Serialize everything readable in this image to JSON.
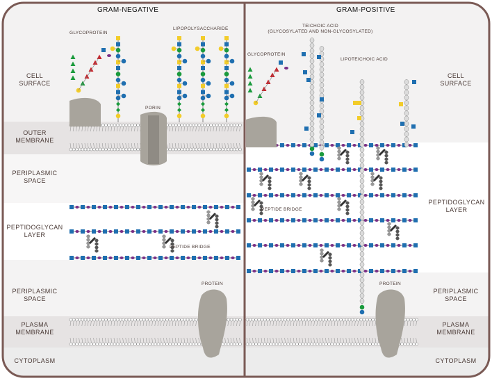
{
  "titles": {
    "left": "GRAM-NEGATIVE",
    "right": "GRAM-POSITIVE"
  },
  "regions_left": {
    "cell_surface": "CELL\nSURFACE",
    "outer_membrane": "OUTER\nMEMBRANE",
    "periplasmic_space_1": "PERIPLASMIC\nSPACE",
    "peptidoglycan_layer": "PEPTIDOGLYCAN\nLAYER",
    "periplasmic_space_2": "PERIPLASMIC\nSPACE",
    "plasma_membrane": "PLASMA\nMEMBRANE",
    "cytoplasm": "CYTOPLASM"
  },
  "regions_right": {
    "cell_surface": "CELL\nSURFACE",
    "peptidoglycan_layer": "PEPTIDOGLYCAN\nLAYER",
    "periplasmic_space": "PERIPLASMIC\nSPACE",
    "plasma_membrane": "PLASMA\nMEMBRANE",
    "cytoplasm": "CYTOPLASM"
  },
  "annotations_left": {
    "glycoprotein": "GLYCOPROTEIN",
    "lipopolysaccharide": "LIPOPOLYSACCHARIDE",
    "porin": "PORIN",
    "peptide_bridge": "PEPTIDE BRIDGE",
    "protein": "PROTEIN"
  },
  "annotations_right": {
    "glycoprotein": "GLYCOPROTEIN",
    "teichoic_acid": "TEICHOIC ACID\n(GLYCOSYLATED AND NON-GLYCOSYLATED)",
    "lipoteichoic_acid": "LIPOTEICHOIC ACID",
    "peptide_bridge": "PEPTIDE BRIDGE",
    "protein": "PROTEIN"
  },
  "colors": {
    "frame": "#7a5a55",
    "band_light": "#f4f2f2",
    "band_dark": "#e4e0e0",
    "protein": "#a8a49c",
    "glcnac": "#1f6fb0",
    "murnac": "#7a2f86",
    "galactose": "#f2cc2a",
    "mannose": "#1a9a3c",
    "fucose": "#c8222a",
    "peptide": "#6a6a6a"
  }
}
